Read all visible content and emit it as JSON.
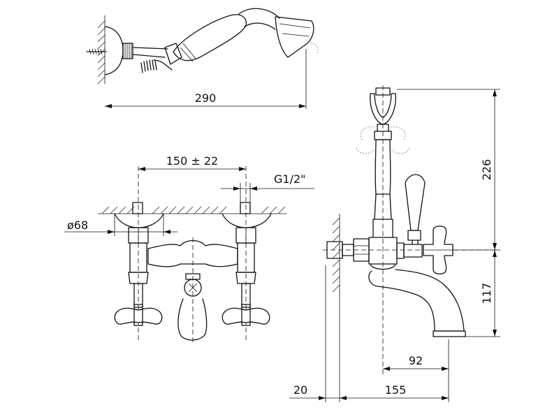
{
  "dimensions": {
    "handshower_length": "290",
    "centre_distance": "150 ± 22",
    "connection_thread": "G1/2\"",
    "flange_diameter": "ø68",
    "overall_height": "226",
    "spout_height": "117",
    "spout_offset": "92",
    "wall_offset": "20",
    "projection": "155"
  }
}
